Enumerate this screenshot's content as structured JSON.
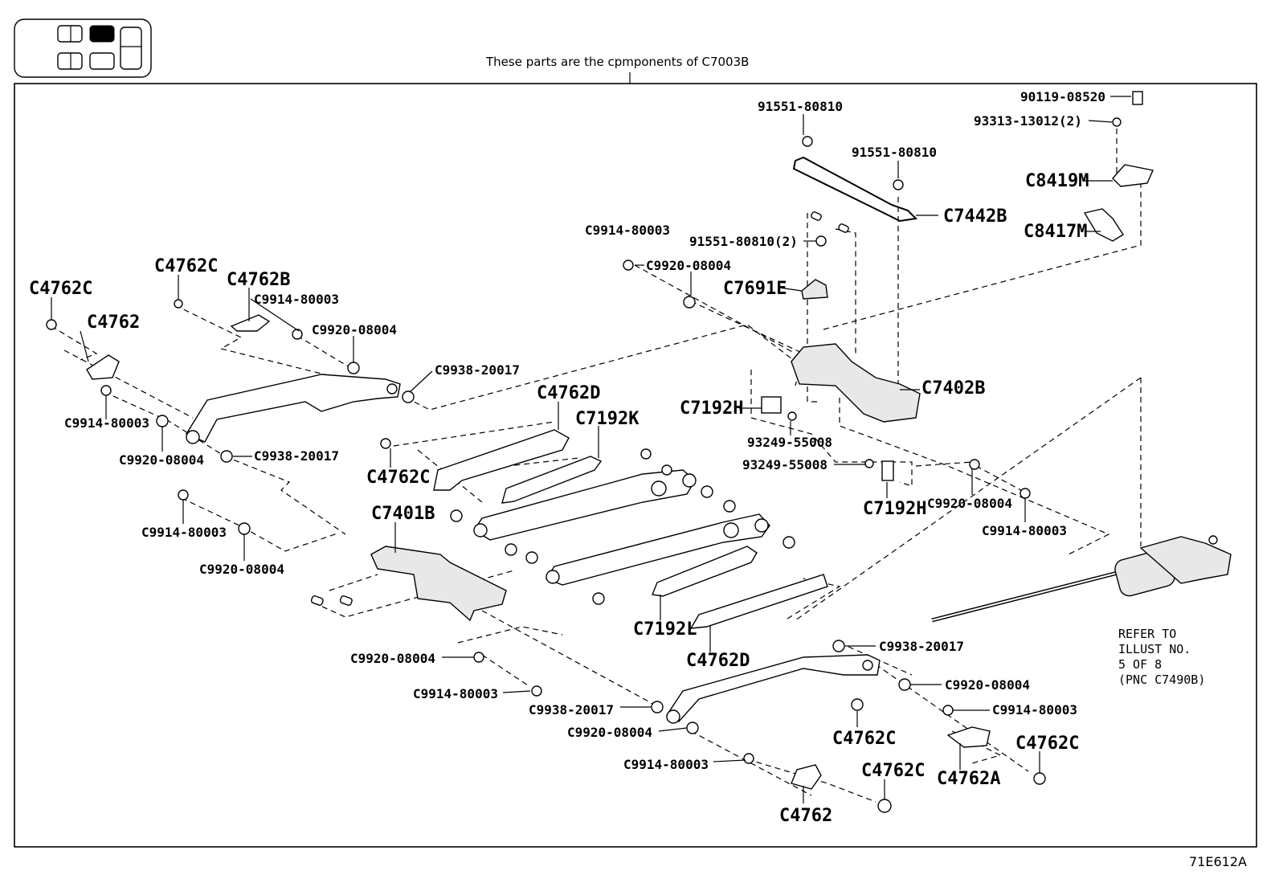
{
  "header": {
    "note": "These parts are the cpmponents of C7003B",
    "figure_id": "71E612A"
  },
  "refer_note": [
    "REFER TO",
    "ILLUST NO.",
    "5 OF 8",
    "(PNC C7490B)"
  ],
  "labels": [
    {
      "id": "l1",
      "text": "91551-80810"
    },
    {
      "id": "l2",
      "text": "91551-80810"
    },
    {
      "id": "l3",
      "text": "90119-08520"
    },
    {
      "id": "l4",
      "text": "93313-13012(2)"
    },
    {
      "id": "l5",
      "text": "C8419M"
    },
    {
      "id": "l6",
      "text": "C8417M"
    },
    {
      "id": "l7",
      "text": "C7442B"
    },
    {
      "id": "l8",
      "text": "C9914-80003"
    },
    {
      "id": "l9",
      "text": "91551-80810(2)"
    },
    {
      "id": "l10",
      "text": "C9920-08004"
    },
    {
      "id": "l11",
      "text": "C7691E"
    },
    {
      "id": "l12",
      "text": "C4762C"
    },
    {
      "id": "l13",
      "text": "C4762B"
    },
    {
      "id": "l14",
      "text": "C4762C"
    },
    {
      "id": "l15",
      "text": "C9914-80003"
    },
    {
      "id": "l16",
      "text": "C4762"
    },
    {
      "id": "l17",
      "text": "C9920-08004"
    },
    {
      "id": "l18",
      "text": "C9938-20017"
    },
    {
      "id": "l19",
      "text": "C9914-80003"
    },
    {
      "id": "l20",
      "text": "C9920-08004"
    },
    {
      "id": "l21",
      "text": "C9938-20017"
    },
    {
      "id": "l22",
      "text": "C4762D"
    },
    {
      "id": "l23",
      "text": "C7192K"
    },
    {
      "id": "l24",
      "text": "C4762C"
    },
    {
      "id": "l25",
      "text": "C7192H"
    },
    {
      "id": "l26",
      "text": "C7402B"
    },
    {
      "id": "l27",
      "text": "93249-55008"
    },
    {
      "id": "l28",
      "text": "93249-55008"
    },
    {
      "id": "l29",
      "text": "C7192H"
    },
    {
      "id": "l30",
      "text": "C9920-08004"
    },
    {
      "id": "l31",
      "text": "C9914-80003"
    },
    {
      "id": "l32",
      "text": "C7401B"
    },
    {
      "id": "l33",
      "text": "C9914-80003"
    },
    {
      "id": "l34",
      "text": "C9920-08004"
    },
    {
      "id": "l35",
      "text": "C7192L"
    },
    {
      "id": "l36",
      "text": "C4762D"
    },
    {
      "id": "l37",
      "text": "C9920-08004"
    },
    {
      "id": "l38",
      "text": "C9914-80003"
    },
    {
      "id": "l39",
      "text": "C9938-20017"
    },
    {
      "id": "l40",
      "text": "C9920-08004"
    },
    {
      "id": "l41",
      "text": "C9914-80003"
    },
    {
      "id": "l42",
      "text": "C9938-20017"
    },
    {
      "id": "l43",
      "text": "C9920-08004"
    },
    {
      "id": "l44",
      "text": "C9914-80003"
    },
    {
      "id": "l45",
      "text": "C4762C"
    },
    {
      "id": "l46",
      "text": "C4762C"
    },
    {
      "id": "l47",
      "text": "C4762C"
    },
    {
      "id": "l48",
      "text": "C4762A"
    },
    {
      "id": "l49",
      "text": "C4762"
    }
  ]
}
